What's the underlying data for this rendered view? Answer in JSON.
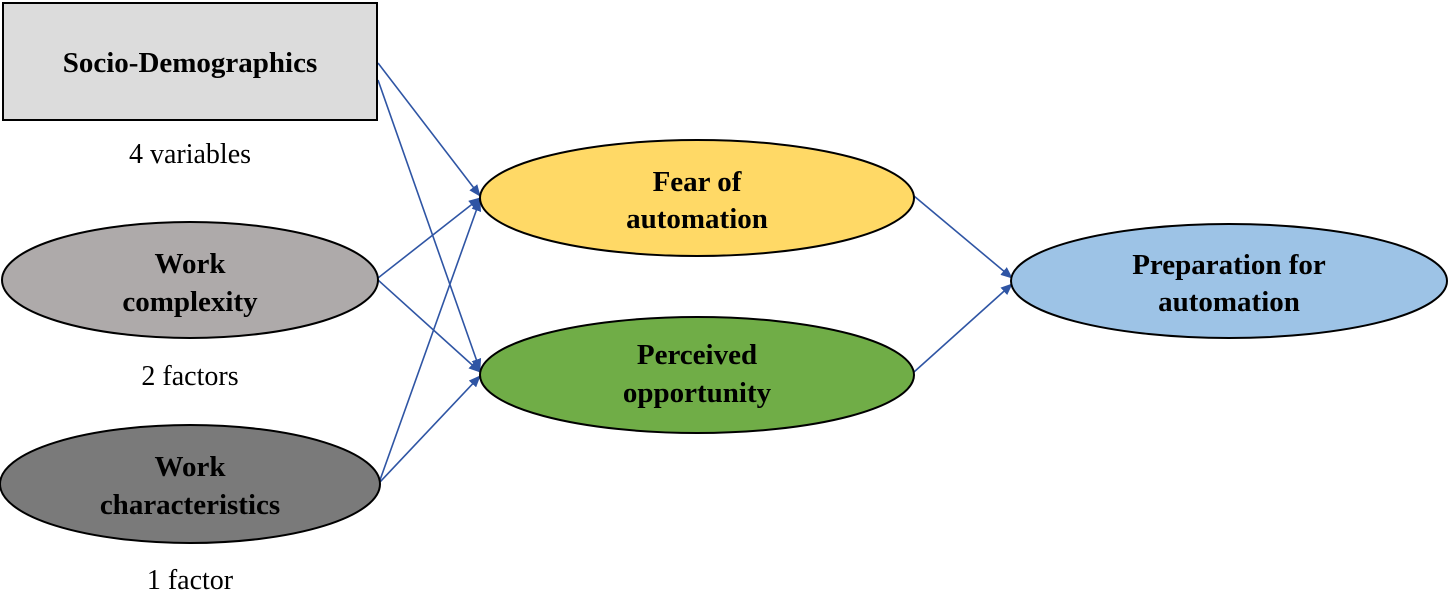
{
  "nodes": {
    "socio": {
      "label": "Socio-Demographics",
      "caption": "4 variables",
      "fill": "#dcdcdc"
    },
    "work_complexity": {
      "line1": "Work",
      "line2": "complexity",
      "caption": "2 factors",
      "fill": "#aeaaaa"
    },
    "work_characteristics": {
      "line1": "Work",
      "line2": "characteristics",
      "caption": "1 factor",
      "fill": "#7a7a7a"
    },
    "fear": {
      "line1": "Fear of",
      "line2": "automation",
      "fill": "#ffd966"
    },
    "opportunity": {
      "line1": "Perceived",
      "line2": "opportunity",
      "fill": "#70ad47"
    },
    "preparation": {
      "line1": "Preparation for",
      "line2": "automation",
      "fill": "#9dc3e6"
    }
  },
  "edges": [
    {
      "from": "Socio-Demographics",
      "to": "Fear of automation"
    },
    {
      "from": "Socio-Demographics",
      "to": "Perceived opportunity"
    },
    {
      "from": "Work complexity",
      "to": "Fear of automation"
    },
    {
      "from": "Work complexity",
      "to": "Perceived opportunity"
    },
    {
      "from": "Work characteristics",
      "to": "Fear of automation"
    },
    {
      "from": "Work characteristics",
      "to": "Perceived opportunity"
    },
    {
      "from": "Fear of automation",
      "to": "Preparation for automation"
    },
    {
      "from": "Perceived opportunity",
      "to": "Preparation for automation"
    }
  ],
  "colors": {
    "arrow": "#2f55a4",
    "outline": "#000000"
  }
}
